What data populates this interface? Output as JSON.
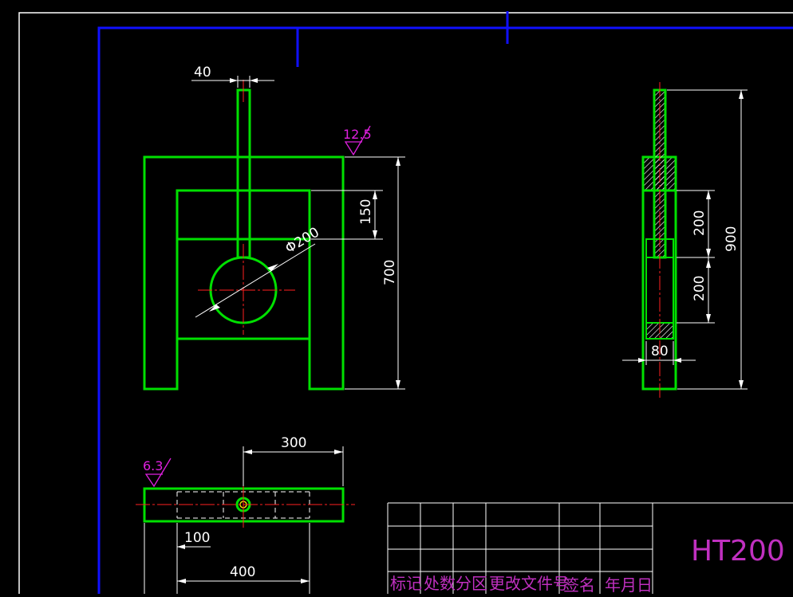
{
  "drawing": {
    "colors": {
      "background": "#000000",
      "frame": "#1010ff",
      "border": "#ffffff",
      "part": "#00e000",
      "centerline": "#ff2020",
      "dimension": "#ffffff",
      "roughness": "#e020e0",
      "titleblock_text": "#c030c0",
      "hatch": "#ffffff"
    },
    "front_view": {
      "dim_width_top": "40",
      "dim_upper": "150",
      "dim_height": "700",
      "dim_diameter": "Φ200",
      "roughness": "12.5"
    },
    "side_view": {
      "dim_upper": "200",
      "dim_lower": "200",
      "dim_height": "900",
      "dim_width": "80"
    },
    "top_view": {
      "roughness": "6.3",
      "dim_300": "300",
      "dim_100": "100",
      "dim_400": "400"
    },
    "title_block": {
      "header_labels": [
        "标记",
        "处数",
        "分区",
        "更改文件号",
        "签名",
        "年月日"
      ],
      "material": "HT200"
    }
  }
}
